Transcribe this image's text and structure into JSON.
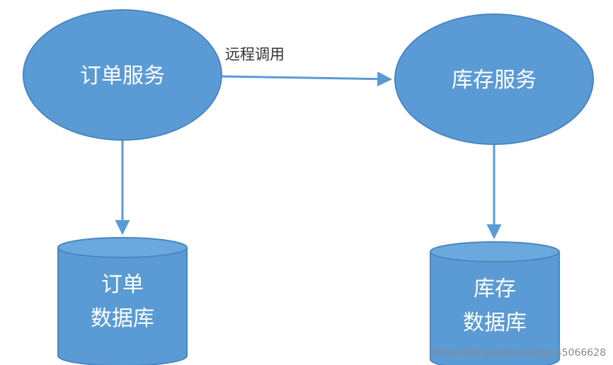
{
  "colors": {
    "node_fill": "#5b9bd5",
    "node_stroke": "#4a86bf",
    "edge": "#5b9bd5",
    "watermark": "#8a8a8a"
  },
  "nodes": {
    "order_service": "订单服务",
    "inventory_service": "库存服务",
    "order_db": {
      "line1": "订单",
      "line2": "数据库"
    },
    "inventory_db": {
      "line1": "库存",
      "line2": "数据库"
    }
  },
  "edges": {
    "remote_call_label": "远程调用"
  },
  "watermark": "https://blog.csdn.net/qq_45066628"
}
